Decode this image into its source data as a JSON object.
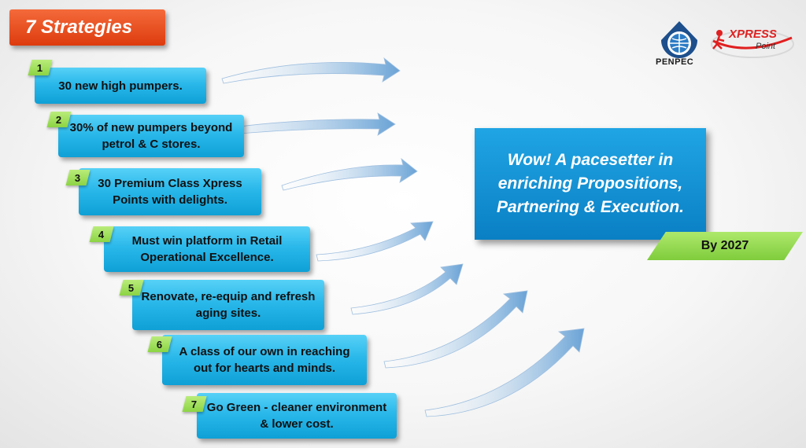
{
  "header": {
    "title": "7 Strategies"
  },
  "logos": {
    "penpec": "PENPEC",
    "xpress_main": "XPRESS",
    "xpress_sub": "Point"
  },
  "strategies": [
    {
      "num": "1",
      "text": "30 new high pumpers."
    },
    {
      "num": "2",
      "text": "30% of new pumpers beyond petrol & C stores."
    },
    {
      "num": "3",
      "text": "30 Premium Class Xpress Points with delights."
    },
    {
      "num": "4",
      "text": "Must win platform in Retail Operational Excellence."
    },
    {
      "num": "5",
      "text": "Renovate, re-equip and refresh aging sites."
    },
    {
      "num": "6",
      "text": "A class of our own in reaching out for hearts and minds."
    },
    {
      "num": "7",
      "text": "Go Green - cleaner environment & lower cost."
    }
  ],
  "goal": {
    "text": "Wow! A pacesetter in enriching Propositions, Partnering & Execution.",
    "deadline": "By 2027"
  },
  "colors": {
    "title_bg": "#e8491d",
    "strategy_bg": "#1fb0e6",
    "number_badge": "#9ad95a",
    "goal_bg": "#1492d4",
    "deadline_bg": "#94db50"
  }
}
